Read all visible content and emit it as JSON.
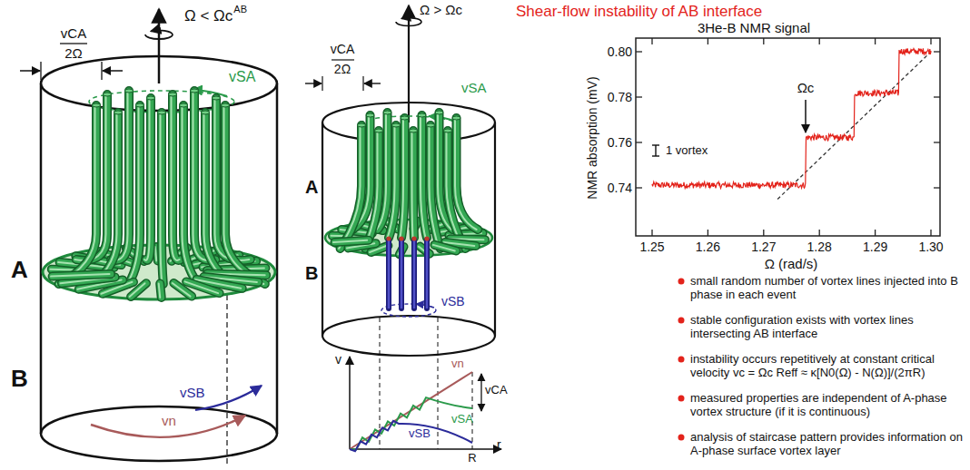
{
  "diagram": {
    "title": "Shear-flow instability of AB interface",
    "labels": [
      "Ω < Ωc",
      "AB",
      "vCA",
      "2Ω",
      "vSA",
      "A",
      "B",
      "vn",
      "vSB",
      "Ω > Ωc",
      "vCA",
      "2Ω",
      "vSA",
      "A",
      "B",
      "vSB",
      "v",
      "vn",
      "vSA",
      "vCA",
      "vSB",
      "R",
      "r",
      "3He-B NMR signal",
      "NMR absorption  (mV)",
      "0.80",
      "0.78",
      "0.76",
      "0.74",
      "1.25",
      "1.26",
      "1.27",
      "1.28",
      "1.29",
      "1.30",
      "Ω (rad/s)",
      "Ωc",
      "1 vortex",
      "small random number of vortex lines injected into B phase in each event",
      "stable configuration exists with vortex lines intersecting AB interface",
      "instability occurs repetitively at constant critical velocity vc = Ωc Reff ≈ κ[N0(Ω) - N(Ω)]/(2πR)",
      "measured properties are independent of A-phase vortex structure (if it is continuous)",
      "analysis of staircase pattern provides information on A-phase surface vortex layer"
    ]
  }
}
